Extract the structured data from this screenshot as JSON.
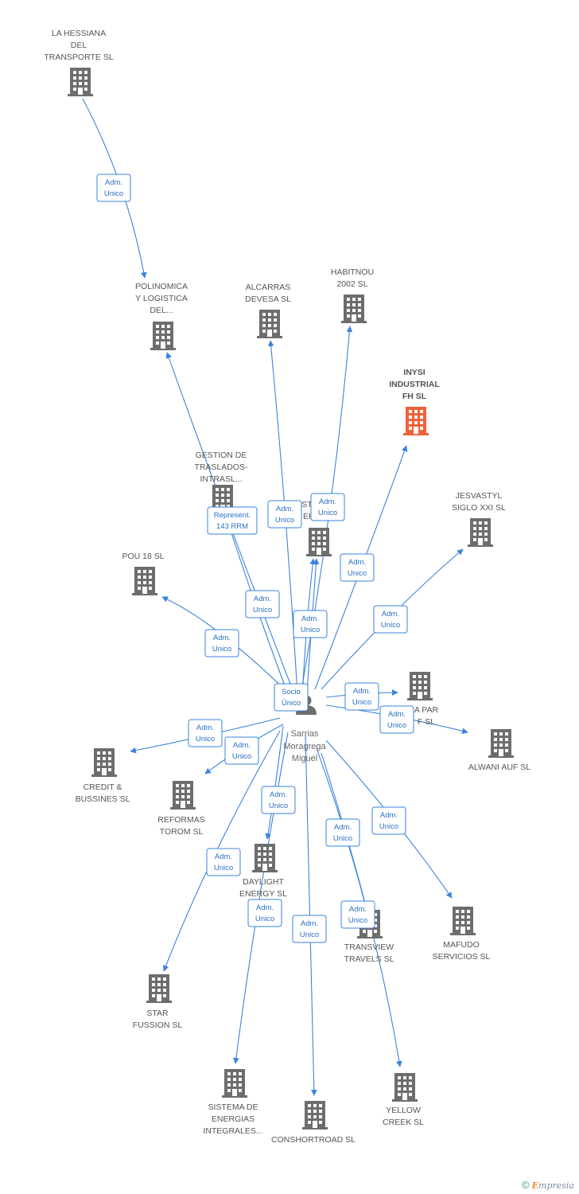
{
  "person": {
    "lines": [
      "Sarrias",
      "Moragrega",
      "Miguel"
    ]
  },
  "footer": {
    "copyright": "©",
    "brand_initial": "E",
    "brand_rest": "mpresia"
  },
  "colors": {
    "edge": "#3a83dd",
    "building": "#6d6d6d",
    "building_focus": "#f0623a"
  },
  "companies": [
    {
      "id": "hessiana",
      "lines": [
        "LA HESSIANA",
        "DEL",
        "TRANSPORTE SL"
      ]
    },
    {
      "id": "polinomica",
      "lines": [
        "POLINOMICA",
        "Y LOGISTICA",
        "DEL..."
      ]
    },
    {
      "id": "alcarras",
      "lines": [
        "ALCARRAS",
        "DEVESA SL"
      ]
    },
    {
      "id": "habitnou",
      "lines": [
        "HABITNOU",
        "2002 SL"
      ]
    },
    {
      "id": "inysi",
      "lines": [
        "INYSI",
        "INDUSTRIAL",
        "FH SL"
      ],
      "focus": true
    },
    {
      "id": "gestion",
      "lines": [
        "GESTION DE",
        "TRASLADOS-",
        "INTRASL..."
      ]
    },
    {
      "id": "center",
      "lines": [
        "ST",
        "EI"
      ]
    },
    {
      "id": "jesvastyl",
      "lines": [
        "JESVASTYL",
        "SIGLO XXI SL"
      ]
    },
    {
      "id": "pou18",
      "lines": [
        "POU 18 SL"
      ]
    },
    {
      "id": "apar",
      "lines": [
        "A PAR",
        "F SL"
      ]
    },
    {
      "id": "alwani",
      "lines": [
        "ALWANI AUF SL"
      ]
    },
    {
      "id": "credit",
      "lines": [
        "CREDIT &",
        "BUSSINES SL"
      ]
    },
    {
      "id": "reformas",
      "lines": [
        "REFORMAS",
        "TOROM SL"
      ]
    },
    {
      "id": "daylight",
      "lines": [
        "DAYLIGHT",
        "ENERGY SL"
      ]
    },
    {
      "id": "mafudo",
      "lines": [
        "MAFUDO",
        "SERVICIOS SL"
      ]
    },
    {
      "id": "transview",
      "lines": [
        "TRANSVIEW",
        "TRAVELS SL"
      ]
    },
    {
      "id": "star",
      "lines": [
        "STAR",
        "FUSSION SL"
      ]
    },
    {
      "id": "sistema",
      "lines": [
        "SISTEMA DE",
        "ENERGIAS",
        "INTEGRALES..."
      ]
    },
    {
      "id": "conshortroad",
      "lines": [
        "CONSHORTROAD SL"
      ]
    },
    {
      "id": "yellow",
      "lines": [
        "YELLOW",
        "CREEK SL"
      ]
    }
  ],
  "relations": [
    {
      "from": "hessiana",
      "to": "polinomica",
      "label": [
        "Adm.",
        "Unico"
      ]
    },
    {
      "from": "person",
      "to": "polinomica",
      "label": [
        "Adm.",
        "Unico"
      ]
    },
    {
      "from": "person",
      "to": "alcarras",
      "label": [
        "Adm.",
        "Unico"
      ]
    },
    {
      "from": "person",
      "to": "habitnou",
      "label": [
        "Adm.",
        "Unico"
      ]
    },
    {
      "from": "person",
      "to": "inysi",
      "label": [
        "Adm.",
        "Unico"
      ]
    },
    {
      "from": "person",
      "to": "gestion",
      "label": [
        "Represent.",
        "143 RRM"
      ]
    },
    {
      "from": "person",
      "to": "center",
      "label": [
        "Adm.",
        "Unico"
      ]
    },
    {
      "from": "person",
      "to": "jesvastyl",
      "label": [
        "Adm.",
        "Unico"
      ]
    },
    {
      "from": "person",
      "to": "pou18",
      "label": [
        "Adm.",
        "Unico"
      ]
    },
    {
      "from": "person",
      "to": "center",
      "label": [
        "Socio",
        "Único"
      ]
    },
    {
      "from": "person",
      "to": "apar",
      "label": [
        "Adm.",
        "Unico"
      ]
    },
    {
      "from": "person",
      "to": "alwani",
      "label": [
        "Adm.",
        "Unico"
      ]
    },
    {
      "from": "person",
      "to": "credit",
      "label": [
        "Adm.",
        "Unico"
      ]
    },
    {
      "from": "person",
      "to": "reformas",
      "label": [
        "Adm.",
        "Unico"
      ]
    },
    {
      "from": "person",
      "to": "daylight",
      "label": [
        "Adm.",
        "Unico"
      ]
    },
    {
      "from": "person",
      "to": "mafudo",
      "label": [
        "Adm.",
        "Unico"
      ]
    },
    {
      "from": "person",
      "to": "transview",
      "label": [
        "Adm.",
        "Unico"
      ]
    },
    {
      "from": "person",
      "to": "star",
      "label": [
        "Adm.",
        "Unico"
      ]
    },
    {
      "from": "person",
      "to": "sistema",
      "label": [
        "Adm.",
        "Unico"
      ]
    },
    {
      "from": "person",
      "to": "conshortroad",
      "label": [
        "Adm.",
        "Unico"
      ]
    },
    {
      "from": "person",
      "to": "yellow",
      "label": [
        "Adm.",
        "Unico"
      ]
    }
  ]
}
